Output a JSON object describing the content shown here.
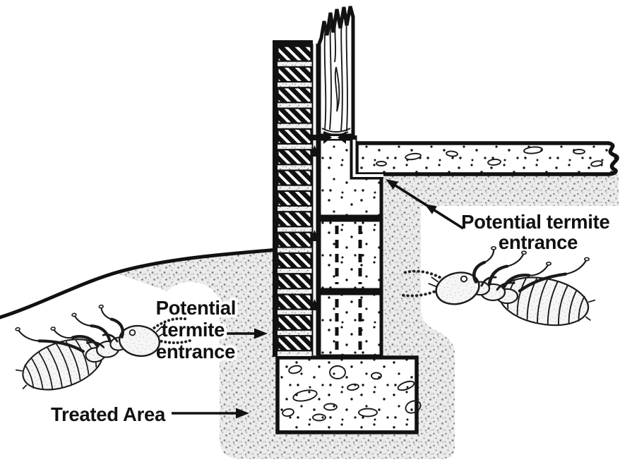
{
  "labels": {
    "left_entrance": {
      "line1": "Potential",
      "line2": "termite",
      "line3": "entrance"
    },
    "right_entrance": {
      "line1": "Potential termite",
      "line2": "entrance"
    },
    "treated_area": "Treated Area"
  },
  "colors": {
    "ink": "#111111",
    "paper": "#ffffff",
    "soil_speck": "#8f8f8f"
  },
  "figures": [
    "grade-line",
    "treated-soil",
    "brick-wall",
    "wood-post",
    "foundation-blocks",
    "concrete-slab",
    "concrete-footing",
    "termite-path-channel",
    "termite-left",
    "termite-right"
  ]
}
